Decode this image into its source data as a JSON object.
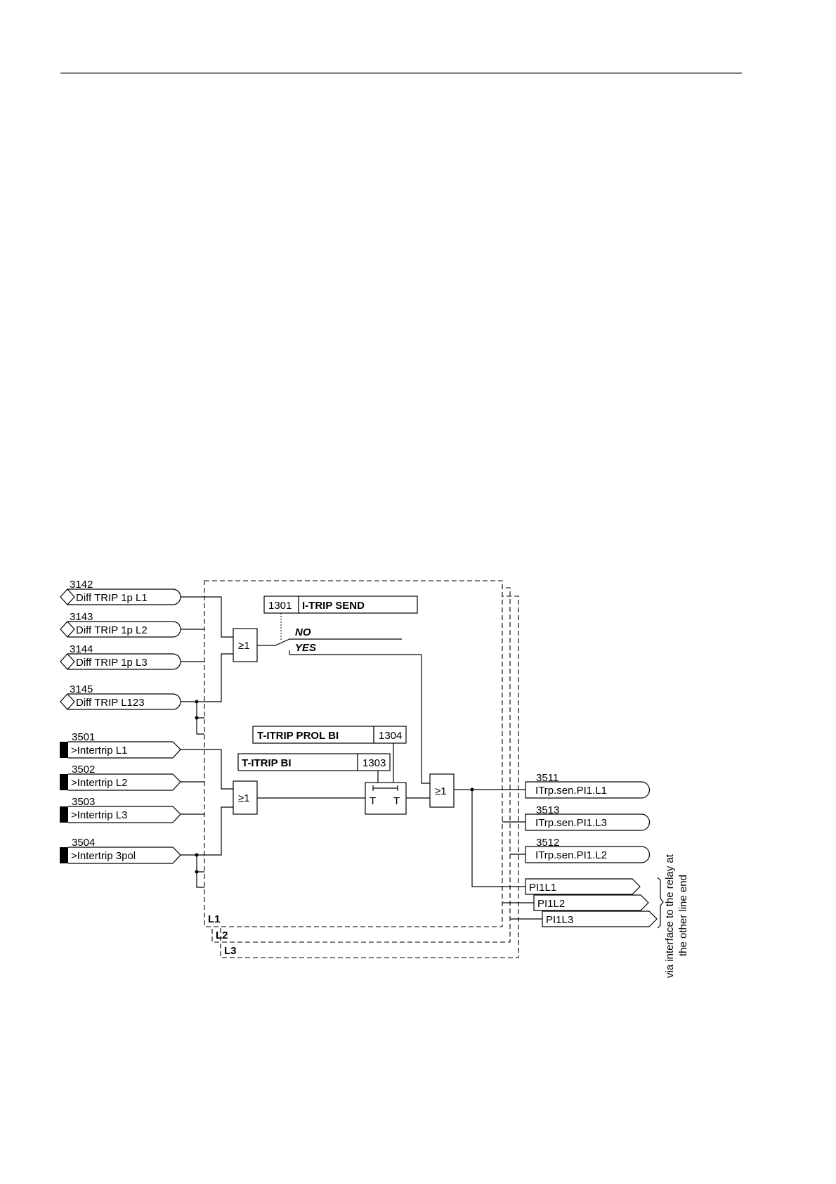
{
  "inputs_diff": [
    {
      "number": "3142",
      "label": "Diff TRIP 1p L1"
    },
    {
      "number": "3143",
      "label": "Diff TRIP 1p L2"
    },
    {
      "number": "3144",
      "label": "Diff TRIP 1p L3"
    },
    {
      "number": "3145",
      "label": "Diff TRIP L123"
    }
  ],
  "inputs_binary": [
    {
      "number": "3501",
      "label": ">Intertrip L1"
    },
    {
      "number": "3502",
      "label": ">Intertrip L2"
    },
    {
      "number": "3503",
      "label": ">Intertrip L3"
    },
    {
      "number": "3504",
      "label": ">Intertrip 3pol"
    }
  ],
  "param_itrip_send": {
    "address": "1301",
    "name": "I-TRIP SEND"
  },
  "switch_options": [
    "NO",
    "YES"
  ],
  "param_t_itrip_prol_bi": {
    "address": "1304",
    "name": "T-ITRIP PROL BI"
  },
  "param_t_itrip_bi": {
    "address": "1303",
    "name": "T-ITRIP BI"
  },
  "timer": {
    "left_label": "T",
    "right_label": "T"
  },
  "or_gate_label": "≥1",
  "outputs": [
    {
      "number": "3511",
      "label": "ITrp.sen.PI1.L1"
    },
    {
      "number": "3513",
      "label": "ITrp.sen.PI1.L3"
    },
    {
      "number": "3512",
      "label": "ITrp.sen.PI1.L2"
    }
  ],
  "interface_outputs": [
    "PI1L1",
    "PI1L2",
    "PI1L3"
  ],
  "phase_layers": [
    "L1",
    "L2",
    "L3"
  ],
  "interface_note": [
    "via interface to the relay at",
    "the other line end"
  ]
}
